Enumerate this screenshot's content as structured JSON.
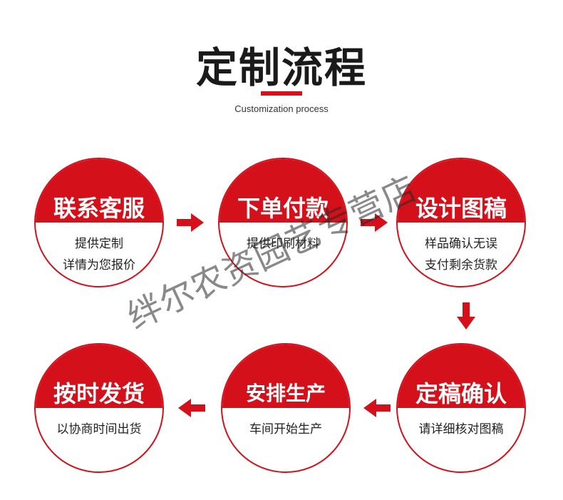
{
  "header": {
    "title": "定制流程",
    "subtitle": "Customization process"
  },
  "steps": [
    {
      "title": "联系客服",
      "desc": [
        "提供定制",
        "详情为您报价"
      ]
    },
    {
      "title": "下单付款",
      "desc": [
        "提供印刷材料"
      ]
    },
    {
      "title": "设计图稿",
      "desc": [
        "样品确认无误",
        "支付剩余货款"
      ]
    },
    {
      "title": "定稿确认",
      "desc": [
        "请详细核对图稿"
      ]
    },
    {
      "title": "安排生产",
      "desc": [
        "车间开始生产"
      ]
    },
    {
      "title": "按时发货",
      "desc": [
        "以协商时间出货"
      ]
    }
  ],
  "watermark": "绊尔农资园艺专营店",
  "colors": {
    "accent": "#d4101a"
  },
  "icons": [
    "arrow-right-icon",
    "arrow-down-icon",
    "arrow-left-icon"
  ]
}
